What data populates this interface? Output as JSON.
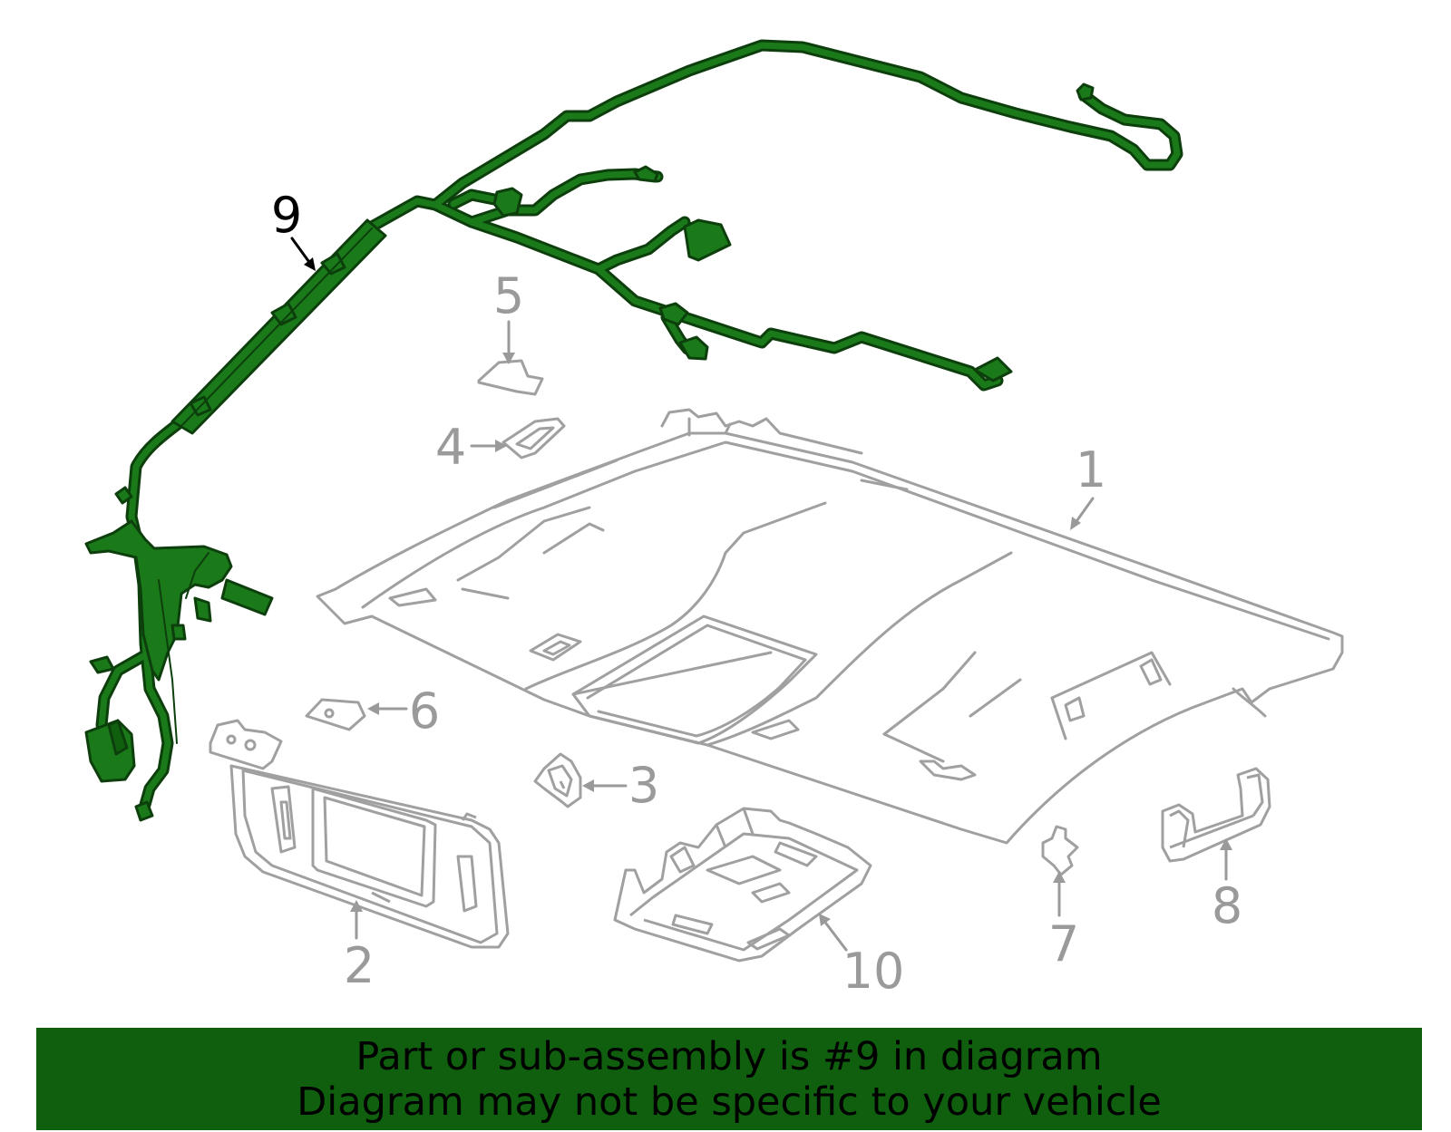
{
  "colors": {
    "highlight": "#1a7a1a",
    "highlight_outline": "#0d3f0d",
    "part_lines": "#a0a0a0",
    "callout_gray": "#9a9a9a",
    "callout_black": "#000000",
    "banner_bg": "#0f5f0f"
  },
  "callouts": {
    "c1": "1",
    "c2": "2",
    "c3": "3",
    "c4": "4",
    "c5": "5",
    "c6": "6",
    "c7": "7",
    "c8": "8",
    "c9": "9",
    "c10": "10"
  },
  "banner": {
    "line1": "Part or sub-assembly is #9 in diagram",
    "line2": "Diagram may not be specific to your vehicle"
  }
}
